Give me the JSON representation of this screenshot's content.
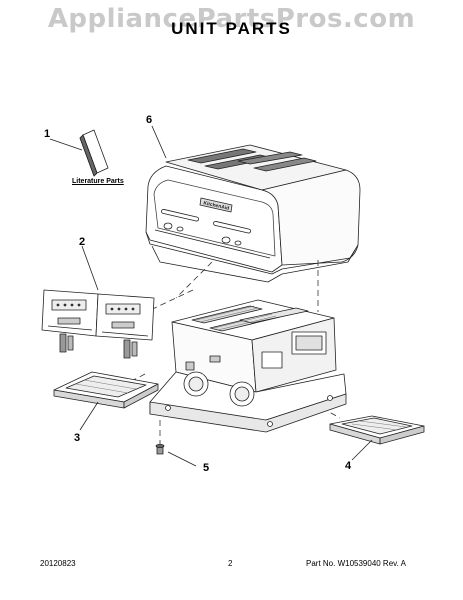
{
  "watermark": "AppliancePartsPros.com",
  "title": "UNIT PARTS",
  "callouts": {
    "c1": "1",
    "c2": "2",
    "c3": "3",
    "c4": "4",
    "c5": "5",
    "c6": "6"
  },
  "literature_label": "Literature Parts",
  "brand_badge": "KitchenAid",
  "footer": {
    "date": "20120823",
    "page": "2",
    "part_info": "Part No. W10539040  Rev. A"
  }
}
